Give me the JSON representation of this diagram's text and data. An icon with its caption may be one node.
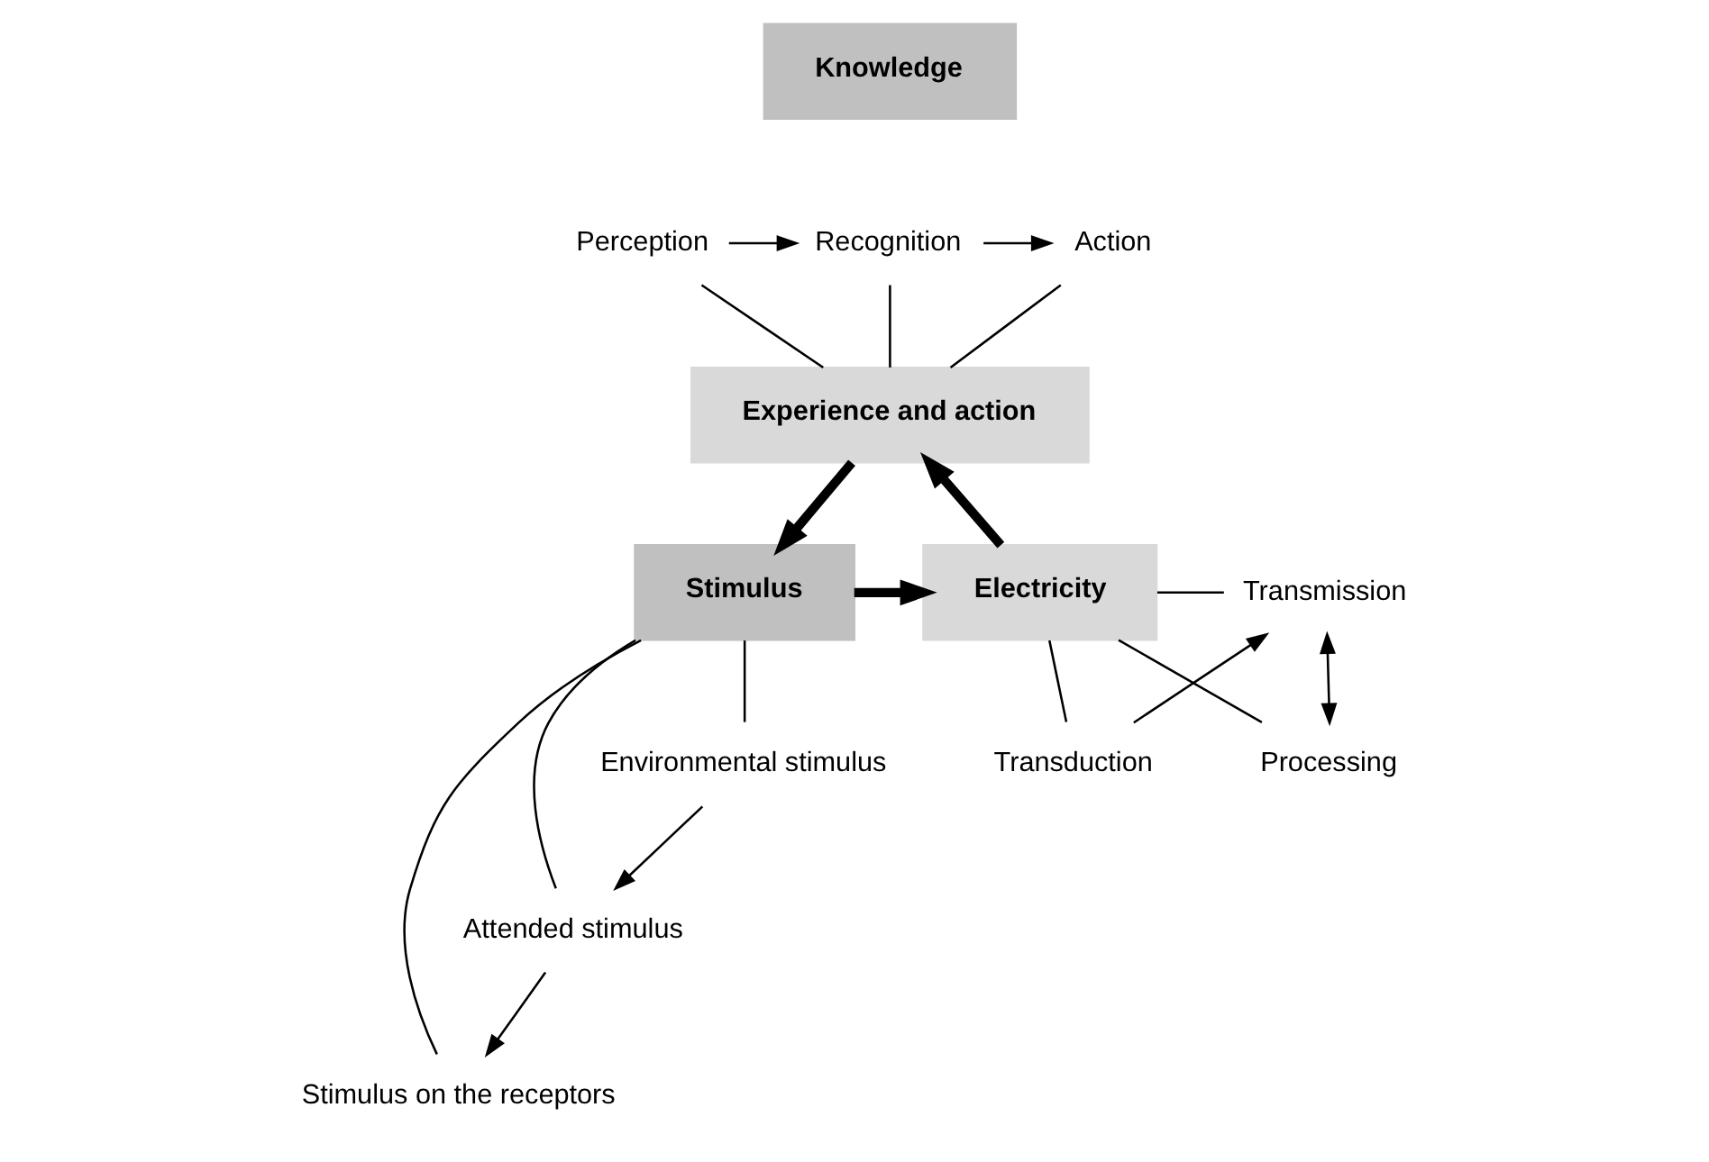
{
  "diagram": {
    "nodes": [
      {
        "text": [
          "Knowledge"
        ]
      },
      {
        "text": [
          "Perception"
        ]
      },
      {
        "text": [
          "Recognition"
        ]
      },
      {
        "text": [
          "Action"
        ]
      },
      {
        "text": [
          "Experience and action"
        ]
      },
      {
        "text": [
          "Stimulus"
        ]
      },
      {
        "text": [
          "Environmental stimulus"
        ]
      },
      {
        "text": [
          "Attended stimulus"
        ]
      },
      {
        "text": [
          "Stimulus on the receptors"
        ]
      },
      {
        "text": [
          "Electricity"
        ]
      },
      {
        "text": [
          "Processing"
        ]
      },
      {
        "text": [
          "Transmission"
        ]
      },
      {
        "text": [
          "Transduction"
        ]
      }
    ],
    "edges": [
      {
        "from": 1,
        "to": 2,
        "arrow": "to"
      },
      {
        "from": 2,
        "to": 3,
        "arrow": "to"
      },
      {
        "from": 1,
        "to": 4,
        "arrow": "none"
      },
      {
        "from": 2,
        "to": 4,
        "arrow": "none"
      },
      {
        "from": 3,
        "to": 4,
        "arrow": "none"
      },
      {
        "from": 4,
        "to": 5,
        "arrow": "to",
        "style": "thick"
      },
      {
        "from": 5,
        "to": 9,
        "arrow": "to",
        "style": "thick"
      },
      {
        "from": 9,
        "to": 4,
        "arrow": "to",
        "style": "thick"
      },
      {
        "from": 6,
        "to": 7,
        "arrow": "to"
      },
      {
        "from": 7,
        "to": 8,
        "arrow": "to"
      },
      {
        "from": 5,
        "to": 6,
        "arrow": "none"
      },
      {
        "from": 5,
        "to": 7,
        "arrow": "none"
      },
      {
        "from": 5,
        "to": 8,
        "arrow": "none"
      },
      {
        "from": 10,
        "to": 11,
        "arrow": "both"
      },
      {
        "from": 12,
        "to": 11,
        "arrow": "to"
      },
      {
        "from": 9,
        "to": 10,
        "arrow": "none"
      },
      {
        "from": 9,
        "to": 11,
        "arrow": "none"
      },
      {
        "from": 9,
        "to": 12,
        "arrow": "none"
      }
    ]
  }
}
